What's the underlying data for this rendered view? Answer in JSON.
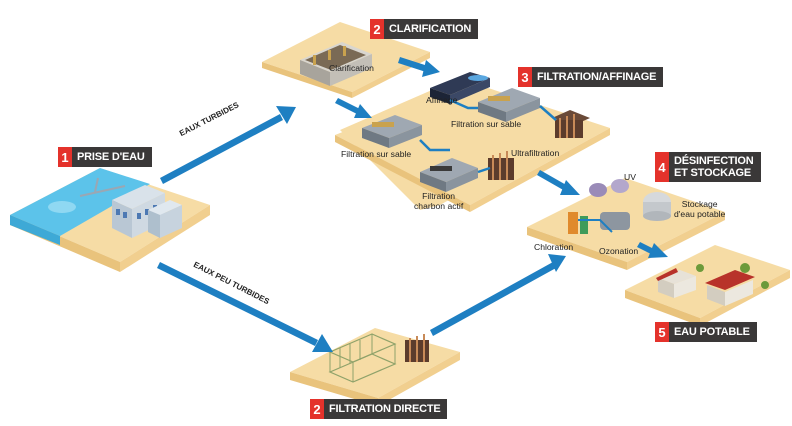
{
  "colors": {
    "platform": "#f6dca5",
    "platform_edge": "#e9c37c",
    "arrow": "#1e7fc2",
    "water": "#5cc3ea",
    "badge_dark": "#3a3838",
    "badge_red": "#e4322b"
  },
  "steps": {
    "intake": {
      "num": "1",
      "label": "PRISE D'EAU"
    },
    "clarification": {
      "num": "2",
      "label": "CLARIFICATION"
    },
    "filtration_affinage": {
      "num": "3",
      "label": "FILTRATION/AFFINAGE"
    },
    "desinfection": {
      "num": "4",
      "line1": "DÉSINFECTION",
      "line2": "ET STOCKAGE"
    },
    "eau_potable": {
      "num": "5",
      "label": "EAU POTABLE"
    },
    "filtration_directe": {
      "num": "2",
      "label": "FILTRATION DIRECTE"
    }
  },
  "flows": {
    "turbid": "EAUX TURBIDES",
    "low_turbid": "EAUX PEU TURBIDES"
  },
  "labels": {
    "clarification": "Clarification",
    "affinage": "Affinage",
    "filtration_sable_1": "Filtration sur sable",
    "filtration_sable_2": "Filtration sur sable",
    "ultrafiltration": "Ultrafiltration",
    "charbon_1": "Filtration",
    "charbon_2": "charbon actif",
    "uv": "UV",
    "stockage_1": "Stockage",
    "stockage_2": "d'eau potable",
    "chloration": "Chloration",
    "ozonation": "Ozonation"
  }
}
